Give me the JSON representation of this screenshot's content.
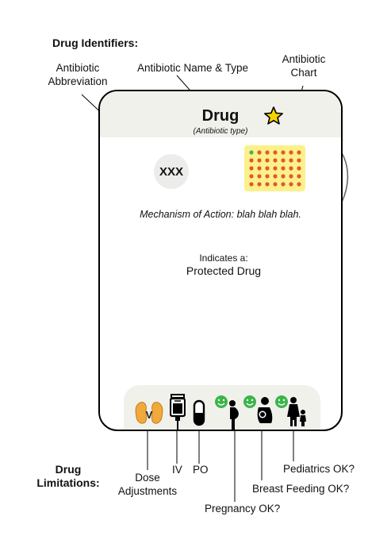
{
  "labels": {
    "drug_identifiers": "Drug Identifiers:",
    "abbreviation": "Antibiotic\nAbbreviation",
    "name_type": "Antibiotic Name & Type",
    "chart": "Antibiotic\nChart",
    "drug_limitations": "Drug\nLimitations:",
    "dose": "Dose\nAdjustments",
    "iv": "IV",
    "po": "PO",
    "pregnancy": "Pregnancy OK?",
    "breast": "Breast Feeding OK?",
    "pediatrics": "Pediatrics OK?"
  },
  "card": {
    "name": "Drug",
    "type": "(Antibiotic type)",
    "abbr": "XXX",
    "moa": "Mechanism of Action: blah blah blah.",
    "protected_line1": "Indicates a:",
    "protected_line2": "Protected Drug",
    "kidney_letter": "V"
  },
  "colors": {
    "star": "#f5d400",
    "chart_bg": "#fbf18b",
    "dot_red": "#e4572e",
    "dot_green": "#4caf50",
    "smiley": "#3cb54a",
    "kidney": "#f2a93b"
  },
  "chart_grid": {
    "rows": 5,
    "cols": 7,
    "green_cell": [
      0,
      0
    ]
  }
}
